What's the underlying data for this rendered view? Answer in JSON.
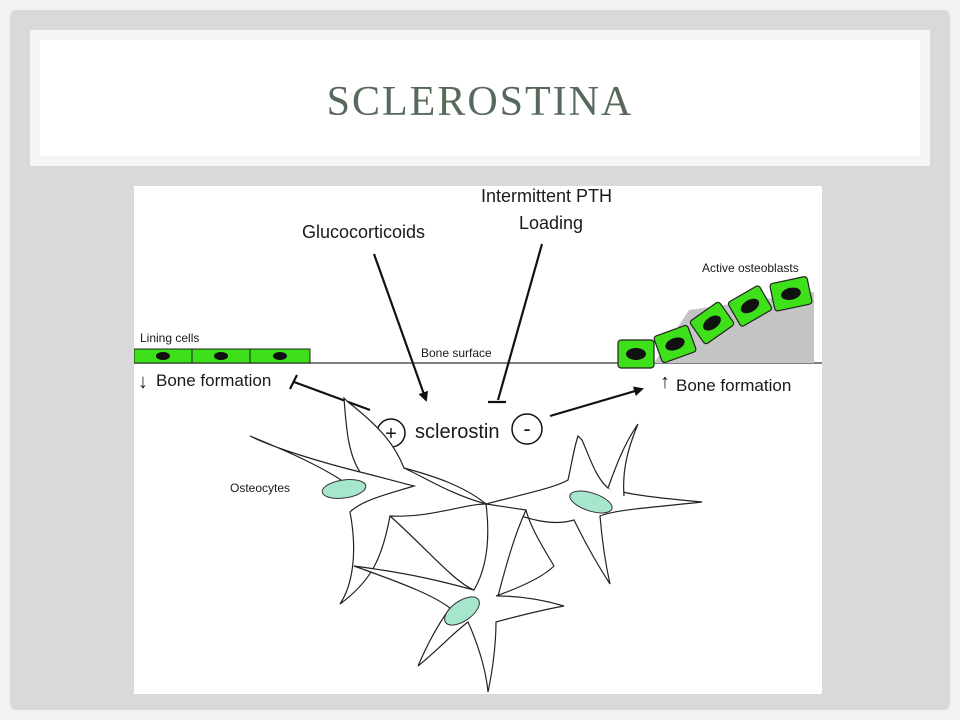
{
  "slide": {
    "title": "SCLEROSTINA"
  },
  "figure": {
    "labels": {
      "intermittent_pth": "Intermittent PTH",
      "loading": "Loading",
      "glucocorticoids": "Glucocorticoids",
      "active_osteoblasts": "Active osteoblasts",
      "lining_cells": "Lining cells",
      "bone_surface": "Bone surface",
      "bone_formation_down": "Bone formation",
      "bone_formation_up": "Bone formation",
      "sclerostin": "sclerostin",
      "plus": "+",
      "minus": "-",
      "osteocytes": "Osteocytes",
      "down_arrow": "↓",
      "up_arrow": "↑"
    },
    "colors": {
      "cell_green": "#3ee01a",
      "nucleus": "#111111",
      "osteocyte_nucleus": "#a6e6cc",
      "bone_gray": "#c4c4c4",
      "line": "#111111"
    }
  }
}
